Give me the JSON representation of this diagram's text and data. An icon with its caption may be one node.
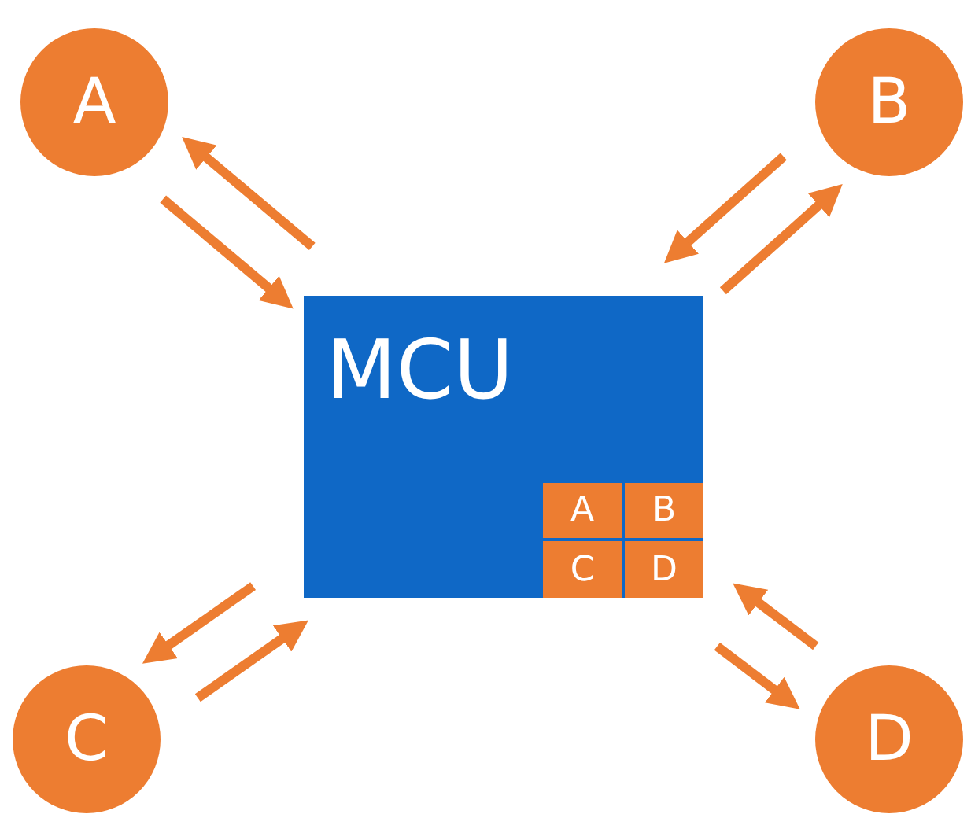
{
  "diagram": {
    "nodes": [
      {
        "text": [
          "A"
        ]
      },
      {
        "text": [
          "B"
        ]
      },
      {
        "text": [
          "C"
        ]
      },
      {
        "text": [
          "D"
        ]
      },
      {
        "text": [
          "MCU"
        ]
      },
      {
        "text": [
          "A"
        ],
        "in": 4
      },
      {
        "text": [
          "B"
        ],
        "in": 4
      },
      {
        "text": [
          "C"
        ],
        "in": 4
      },
      {
        "text": [
          "D"
        ],
        "in": 4
      }
    ],
    "edges": [
      {
        "from": 0,
        "to": 4,
        "arrow": "to"
      },
      {
        "from": 4,
        "to": 0,
        "arrow": "to"
      },
      {
        "from": 1,
        "to": 4,
        "arrow": "to"
      },
      {
        "from": 4,
        "to": 1,
        "arrow": "to"
      },
      {
        "from": 4,
        "to": 2,
        "arrow": "to"
      },
      {
        "from": 2,
        "to": 4,
        "arrow": "to"
      },
      {
        "from": 4,
        "to": 3,
        "arrow": "to"
      },
      {
        "from": 3,
        "to": 4,
        "arrow": "to"
      }
    ]
  }
}
